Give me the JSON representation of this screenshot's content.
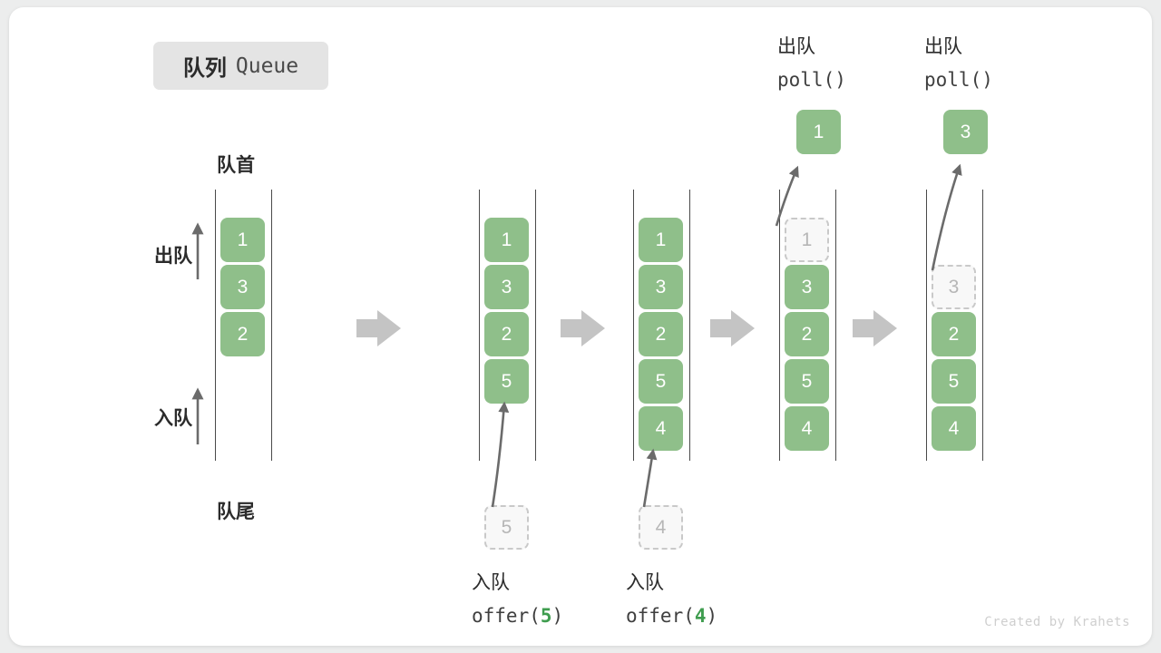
{
  "title": {
    "cn": "队列",
    "en": "Queue"
  },
  "labels": {
    "front": "队首",
    "rear": "队尾",
    "dequeue_arrow": "出队",
    "enqueue_arrow": "入队"
  },
  "watermark": "Created by Krahets",
  "colors": {
    "element_fill": "#8fbf8a",
    "element_text": "#ffffff",
    "ghost_fill": "#f8f8f8",
    "ghost_border": "#c9c9c9",
    "ghost_text": "#b6b6b6",
    "rail": "#4a4a4a",
    "arrow": "#6b6b6b",
    "flow_arrow": "#c4c4c4",
    "accent_code": "#3f9d4f",
    "badge_bg": "#e4e4e4",
    "text": "#2b2b2b"
  },
  "states": [
    {
      "name": "initial",
      "elements": [
        "1",
        "3",
        "2"
      ],
      "ghost_in_rail": null,
      "incoming_ghost": null,
      "popped": null,
      "caption_cn": "",
      "caption_code": "",
      "caption_arg": ""
    },
    {
      "name": "after-offer-5",
      "elements": [
        "1",
        "3",
        "2",
        "5"
      ],
      "ghost_in_rail": null,
      "incoming_ghost": "5",
      "popped": null,
      "caption_cn": "入队",
      "caption_code_prefix": "offer(",
      "caption_arg": "5",
      "caption_code_suffix": ")"
    },
    {
      "name": "after-offer-4",
      "elements": [
        "1",
        "3",
        "2",
        "5",
        "4"
      ],
      "ghost_in_rail": null,
      "incoming_ghost": "4",
      "popped": null,
      "caption_cn": "入队",
      "caption_code_prefix": "offer(",
      "caption_arg": "4",
      "caption_code_suffix": ")"
    },
    {
      "name": "after-poll-1",
      "elements": [
        "3",
        "2",
        "5",
        "4"
      ],
      "ghost_in_rail": "1",
      "ghost_slot_index": 0,
      "incoming_ghost": null,
      "popped": "1",
      "top_caption_cn": "出队",
      "top_caption_code": "poll()"
    },
    {
      "name": "after-poll-3",
      "elements": [
        "2",
        "5",
        "4"
      ],
      "ghost_in_rail": "3",
      "ghost_slot_index": 1,
      "incoming_ghost": null,
      "popped": "3",
      "top_caption_cn": "出队",
      "top_caption_code": "poll()"
    }
  ],
  "flow_arrows_count": 4
}
